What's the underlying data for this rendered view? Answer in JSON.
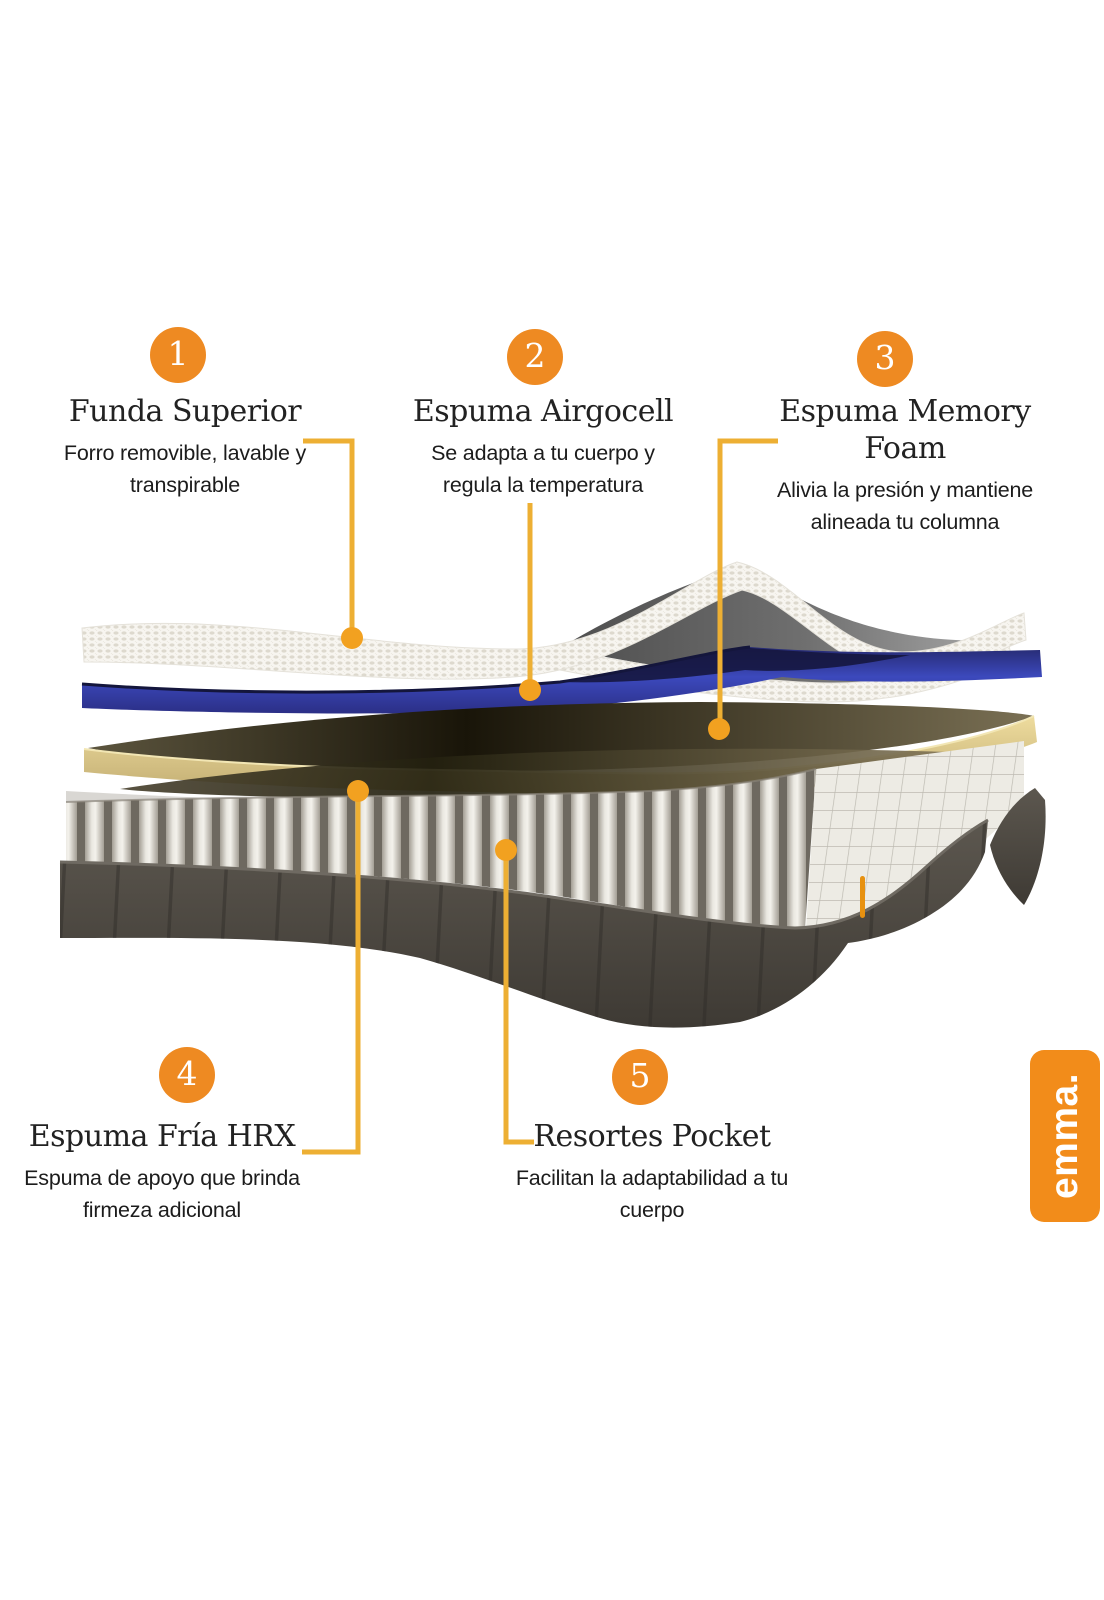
{
  "callouts": [
    {
      "number": "1",
      "title": "Funda Superior",
      "desc": "Forro removible, lavable y\ntranspirable"
    },
    {
      "number": "2",
      "title": "Espuma Airgocell",
      "desc": "Se adapta a tu cuerpo y\nregula la temperatura"
    },
    {
      "number": "3",
      "title": "Espuma Memory\nFoam",
      "desc": "Alivia la presión y mantiene\nalineada tu columna"
    },
    {
      "number": "4",
      "title": "Espuma Fría HRX",
      "desc": "Espuma de apoyo que brinda\nfirmeza adicional"
    },
    {
      "number": "5",
      "title": "Resortes Pocket",
      "desc": "Facilitan la adaptabilidad a tu\ncuerpo"
    }
  ],
  "brand": {
    "logo_text": "emma."
  },
  "colors": {
    "accent": "#EE8A22",
    "logo": "#F28C1A",
    "leader": "#EDAF33",
    "leader_dot": "#F2A120",
    "text": "#1C1C1C",
    "cover": "#F7F5F0",
    "cover_dot": "#DCD8CC",
    "blue": "#3A46BB",
    "blue_deep": "#14163C",
    "tan": "#D9C687",
    "olive": "#23200F",
    "slab": "#D9D7D3",
    "springs_light": "#F2F0EA",
    "springs_gap": "#6E6960",
    "grid_bg": "#EDEBE4",
    "grid_line": "#BDBAB1",
    "base": "#524D46",
    "base_dark": "#3E3A34",
    "stitch": "#E79110"
  }
}
